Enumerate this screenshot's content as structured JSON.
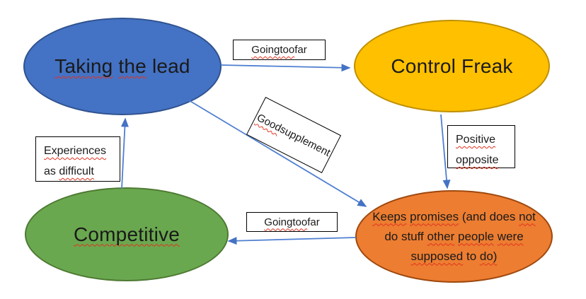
{
  "diagram": {
    "background": "#ffffff",
    "arrow_color": "#4472C4",
    "spellcheck_underline_color": "#e0321f",
    "nodes": [
      {
        "name": "taking-the-lead",
        "text": "Taking the lead",
        "fill": "#4472C4",
        "stroke": "#2F528F",
        "segments": [
          {
            "text": "Taking",
            "misspelled": true
          },
          {
            "text": " ",
            "misspelled": false
          },
          {
            "text": "the",
            "misspelled": true
          },
          {
            "text": " ",
            "misspelled": false
          },
          {
            "text": "lead",
            "misspelled": false
          }
        ]
      },
      {
        "name": "control-freak",
        "text": "Control Freak",
        "fill": "#FFC000",
        "stroke": "#BF9000",
        "segments": [
          {
            "text": "Control Freak",
            "misspelled": false
          }
        ]
      },
      {
        "name": "competitive",
        "text": "Competitive",
        "fill": "#6AA84F",
        "stroke": "#4E7A33",
        "segments": [
          {
            "text": "Competitive",
            "misspelled": true
          }
        ]
      },
      {
        "name": "keeps-promises",
        "text": "Keeps promises (and does not do stuff other people were supposed to do)",
        "fill": "#ED7D31",
        "stroke": "#9E480E",
        "segments": [
          {
            "text": "Keeps",
            "misspelled": true
          },
          {
            "text": " ",
            "misspelled": false
          },
          {
            "text": "promises",
            "misspelled": true
          },
          {
            "text": " (and does ",
            "misspelled": false
          },
          {
            "text": "not",
            "misspelled": true
          },
          {
            "break": true
          },
          {
            "text": "do stuff ",
            "misspelled": false
          },
          {
            "text": "other",
            "misspelled": true
          },
          {
            "text": " ",
            "misspelled": false
          },
          {
            "text": "people",
            "misspelled": true
          },
          {
            "text": " ",
            "misspelled": false
          },
          {
            "text": "were",
            "misspelled": true
          },
          {
            "break": true
          },
          {
            "text": "supposed",
            "misspelled": true
          },
          {
            "text": " to ",
            "misspelled": false
          },
          {
            "text": "do)",
            "misspelled": true
          }
        ]
      }
    ],
    "connections": [
      {
        "name": "taking-the-lead-to-control-freak",
        "from": "Taking the lead",
        "to": "Control Freak",
        "label": {
          "text": "Going too far",
          "segments": [
            {
              "text": "Going",
              "misspelled": true
            },
            {
              "text": " ",
              "misspelled": false
            },
            {
              "text": "too",
              "misspelled": true
            },
            {
              "text": " far",
              "misspelled": false
            }
          ]
        }
      },
      {
        "name": "taking-the-lead-to-keeps-promises",
        "from": "Taking the lead",
        "to": "Keeps promises (and does not do stuff other people were supposed to do)",
        "label": {
          "text": "Good supplement",
          "segments": [
            {
              "text": "Good",
              "misspelled": true
            },
            {
              "break": true
            },
            {
              "text": "supplement",
              "misspelled": false
            }
          ]
        }
      },
      {
        "name": "control-freak-to-keeps-promises",
        "from": "Control Freak",
        "to": "Keeps promises (and does not do stuff other people were supposed to do)",
        "label": {
          "text": "Positive opposite",
          "segments": [
            {
              "text": "Positive",
              "misspelled": true
            },
            {
              "break": true
            },
            {
              "text": "opposite",
              "misspelled": true
            }
          ]
        }
      },
      {
        "name": "competitive-to-taking-the-lead",
        "from": "Competitive",
        "to": "Taking the lead",
        "label": {
          "text": "Experiences as difficult",
          "segments": [
            {
              "text": "Experiences",
              "misspelled": true
            },
            {
              "break": true
            },
            {
              "text": "as ",
              "misspelled": false
            },
            {
              "text": "difficult",
              "misspelled": true
            }
          ]
        }
      },
      {
        "name": "keeps-promises-to-competitive",
        "from": "Keeps promises (and does not do stuff other people were supposed to do)",
        "to": "Competitive",
        "label": {
          "text": "Going too far",
          "segments": [
            {
              "text": "Going",
              "misspelled": true
            },
            {
              "text": " ",
              "misspelled": false
            },
            {
              "text": "too",
              "misspelled": true
            },
            {
              "text": " far",
              "misspelled": false
            }
          ]
        }
      }
    ]
  }
}
